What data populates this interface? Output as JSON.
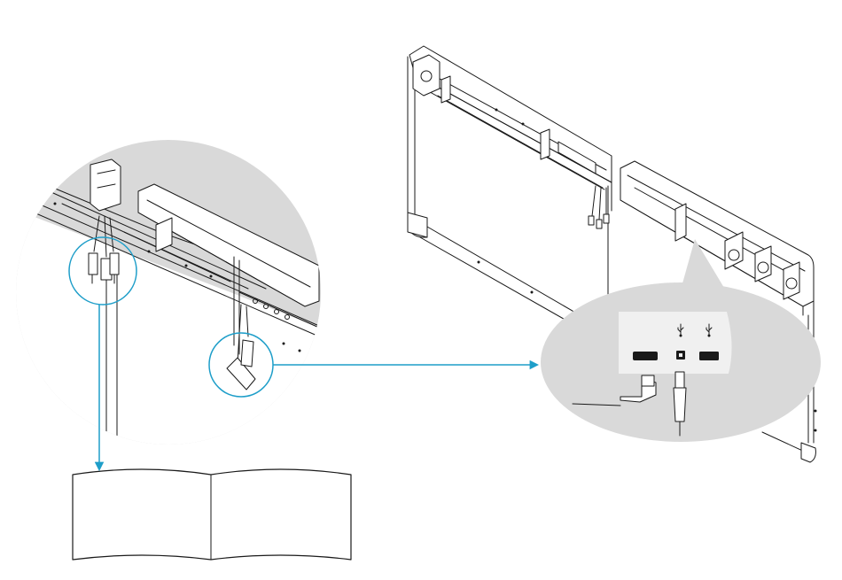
{
  "figure": {
    "description_items": [
      "wall-mount-frame",
      "interactive-display-module",
      "cable-bundle",
      "io-port-panel",
      "manual-booklet"
    ],
    "colors": {
      "background": "#ffffff",
      "line": "#1a1a1a",
      "callout_fill": "#d9d9d9",
      "accent": "#1e9ec9",
      "panel": "#f0f0f0"
    }
  },
  "port_panel": {
    "ports": [
      {
        "icon": "hdmi-port-icon"
      },
      {
        "icon": "usb-b-port-icon"
      },
      {
        "icon": "usb-a-port-icon"
      }
    ],
    "symbols": [
      "usb-symbol-icon",
      "usb-symbol-icon"
    ]
  },
  "manual": {
    "icon": "open-booklet-icon"
  }
}
